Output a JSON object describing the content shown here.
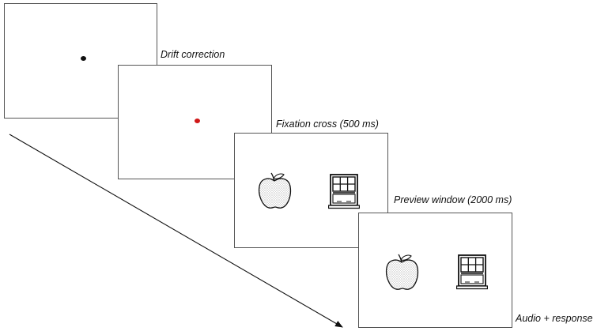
{
  "captions": {
    "drift_correction": "Drift correction",
    "fixation_cross": "Fixation cross (500 ms)",
    "preview_window": "Preview window (2000 ms)",
    "audio_response": "Audio + response"
  },
  "colors": {
    "drift_dot": "#111111",
    "fixation_dot": "#d01818",
    "screen_border": "#555555"
  },
  "icons": {
    "left_picture": "apple-icon",
    "right_picture": "window-icon"
  }
}
